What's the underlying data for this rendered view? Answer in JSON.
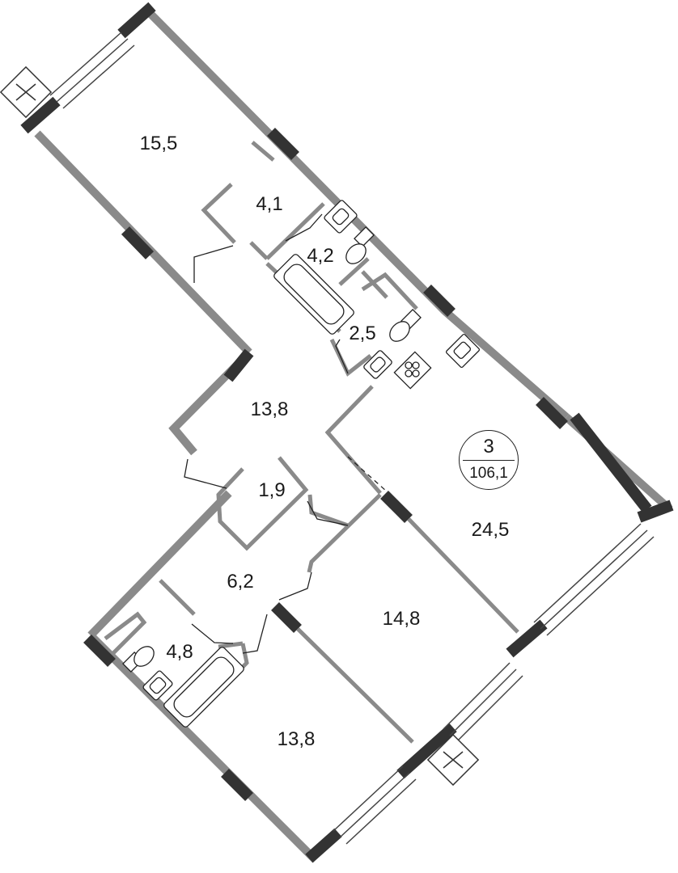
{
  "plan": {
    "rooms_count": "3",
    "total_area": "106,1",
    "rooms": [
      {
        "id": "bedroom-top",
        "area": "15,5"
      },
      {
        "id": "wardrobe-top",
        "area": "4,1"
      },
      {
        "id": "bathroom-top",
        "area": "4,2"
      },
      {
        "id": "wc",
        "area": "2,5"
      },
      {
        "id": "hall",
        "area": "13,8"
      },
      {
        "id": "kitchen-living",
        "area": "24,5"
      },
      {
        "id": "storage",
        "area": "1,9"
      },
      {
        "id": "corridor",
        "area": "6,2"
      },
      {
        "id": "bedroom-middle",
        "area": "14,8"
      },
      {
        "id": "bathroom-bottom",
        "area": "4,8"
      },
      {
        "id": "bedroom-bottom",
        "area": "13,8"
      }
    ]
  },
  "colors": {
    "wall": "#8a8a8a",
    "wall_dark": "#333333",
    "line": "#222222",
    "background": "#ffffff"
  }
}
